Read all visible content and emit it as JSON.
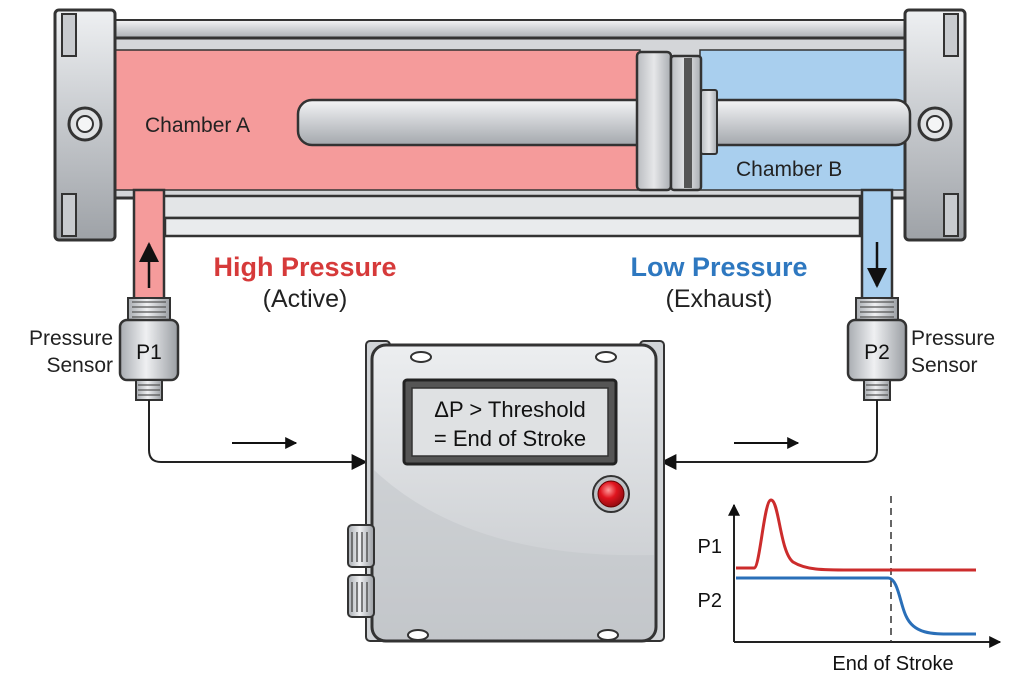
{
  "labels": {
    "chamber_a": "Chamber A",
    "chamber_b": "Chamber B",
    "high_pressure": "High Pressure",
    "active": "(Active)",
    "low_pressure": "Low Pressure",
    "exhaust": "(Exhaust)",
    "sensor_left_line1": "Pressure",
    "sensor_left_line2": "Sensor",
    "sensor_right_line1": "Pressure",
    "sensor_right_line2": "Sensor",
    "p1_tag": "P1",
    "p2_tag": "P2"
  },
  "controller": {
    "display_line1": "ΔP > Threshold",
    "display_line2": "= End of Stroke",
    "indicator_color": "#e0141e"
  },
  "colors": {
    "high_pressure": "#f59b9b",
    "high_pressure_text": "#d63a3a",
    "low_pressure": "#a9cfee",
    "low_pressure_text": "#2e78c0",
    "p1_line": "#cc2c2c",
    "p2_line": "#2a6fb8"
  },
  "chart_data": {
    "type": "line",
    "series_labels": [
      "P1",
      "P2"
    ],
    "xlabel": "End of Stroke",
    "ylabel": "",
    "title": ""
  }
}
